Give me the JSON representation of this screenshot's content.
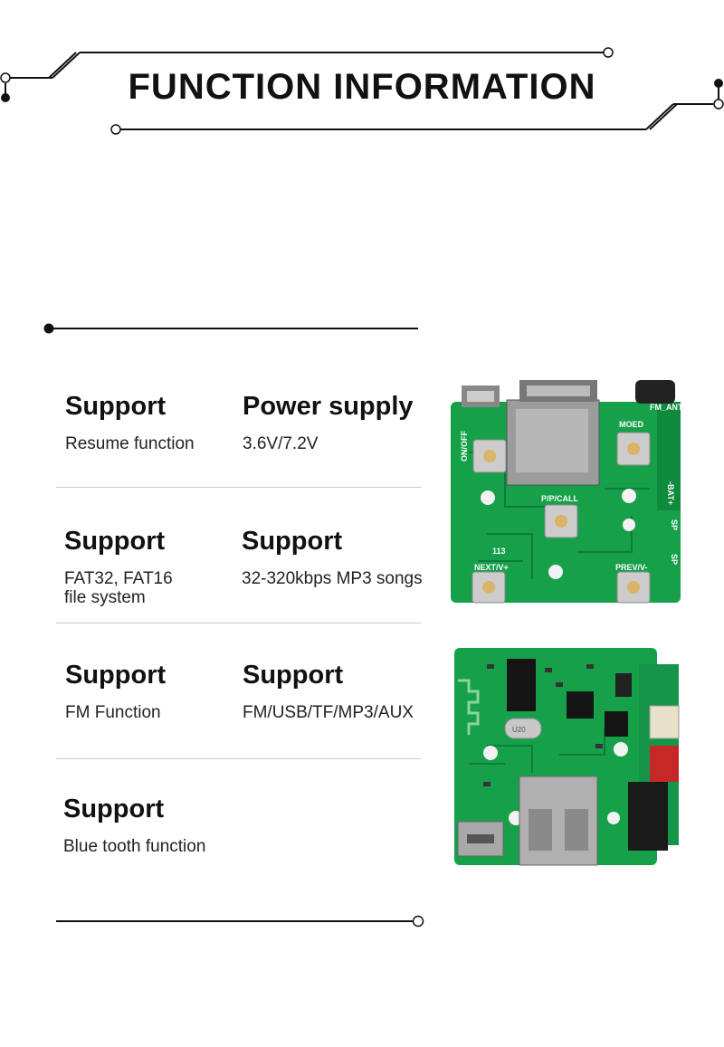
{
  "header": {
    "title": "FUNCTION INFORMATION"
  },
  "features": [
    {
      "heading": "Support",
      "detail": "Resume function"
    },
    {
      "heading": "Power supply",
      "detail": "3.6V/7.2V"
    },
    {
      "heading": "Support",
      "detail": "FAT32, FAT16\nfile system"
    },
    {
      "heading": "Support",
      "detail": "32-320kbps MP3 songs"
    },
    {
      "heading": "Support",
      "detail": "FM Function"
    },
    {
      "heading": "Support",
      "detail": "FM/USB/TF/MP3/AUX"
    },
    {
      "heading": "Support",
      "detail": "Blue tooth function"
    }
  ],
  "board_top_labels": {
    "fm_ant": "FM_ANT",
    "moed": "MOED",
    "on_off": "ON/OFF",
    "pp_call": "P/P/CALL",
    "bat": "-BAT+",
    "sp1": "SP",
    "sp2": "SP",
    "num": "113",
    "next": "NEXT/V+",
    "prev": "PREV/V-"
  },
  "board_bottom_labels": {
    "crystal": "U20"
  },
  "colors": {
    "pcb_green": "#17a04a",
    "pcb_dark": "#0e7a35",
    "line": "#111111"
  }
}
